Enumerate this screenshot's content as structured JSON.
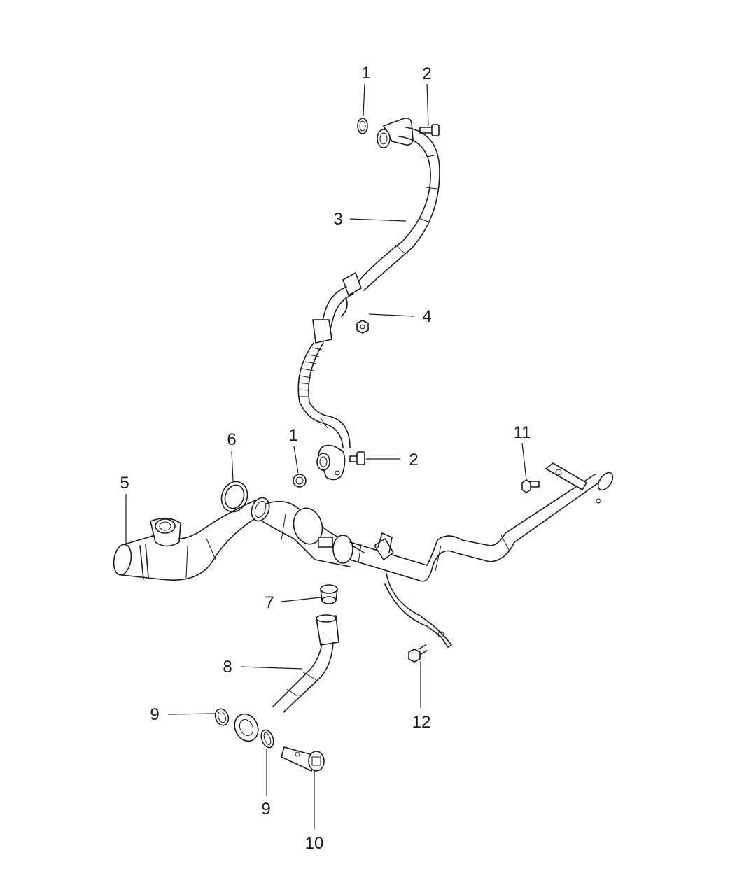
{
  "callouts": [
    "1",
    "2",
    "3",
    "4",
    "1",
    "2",
    "6",
    "11",
    "5",
    "7",
    "8",
    "12",
    "9",
    "9",
    "10"
  ]
}
